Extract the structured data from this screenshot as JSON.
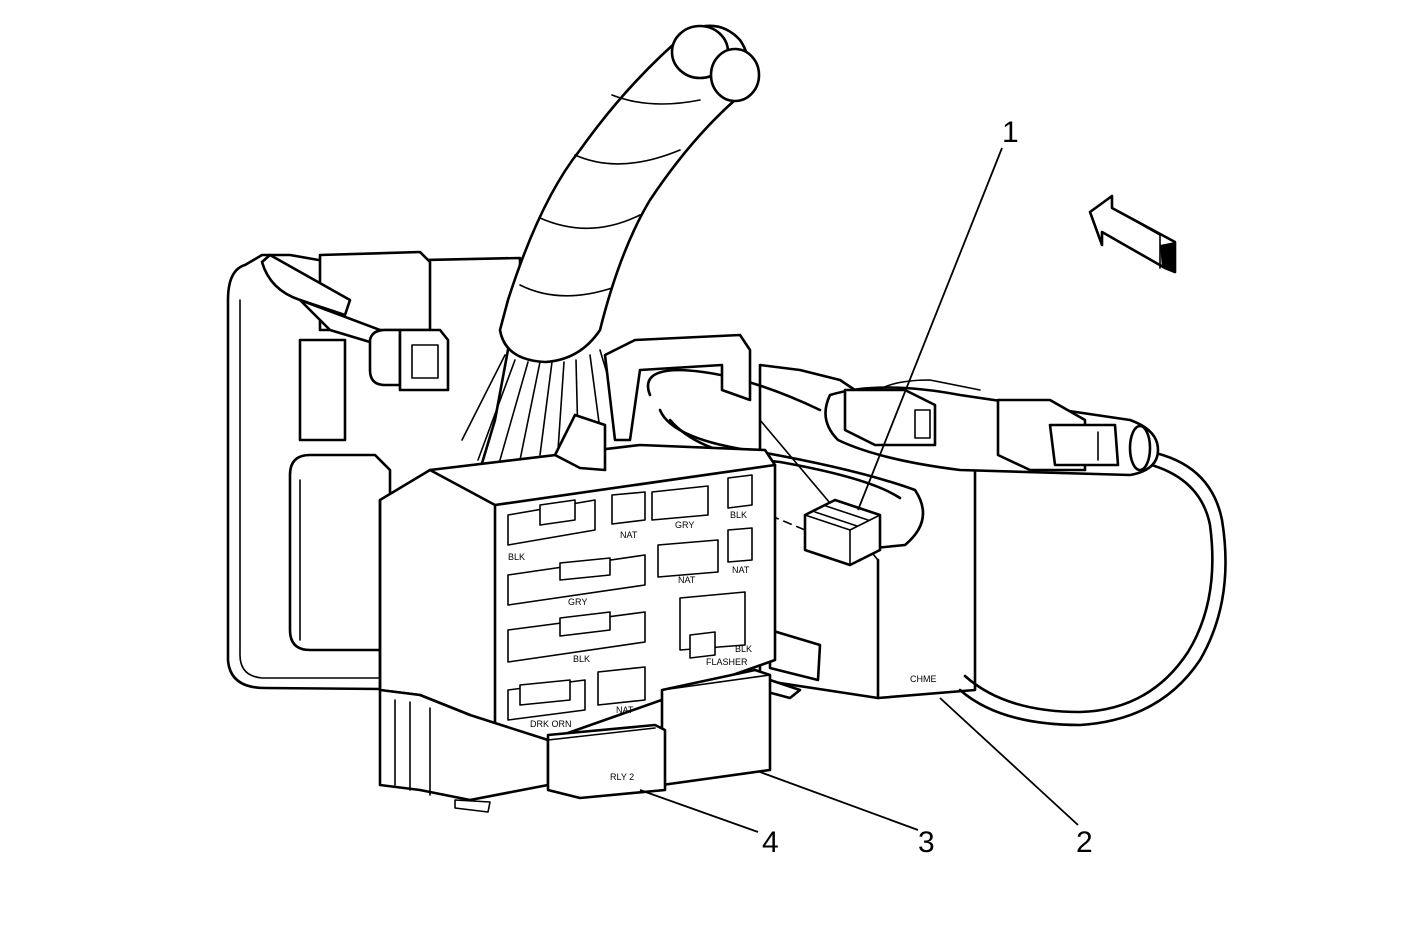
{
  "callouts": {
    "c1": "1",
    "c2": "2",
    "c3": "3",
    "c4": "4"
  },
  "labels": {
    "blk_top": "BLK",
    "nat_top": "NAT",
    "gry_top": "GRY",
    "blk_right_top": "BLK",
    "nat_mid": "NAT",
    "nat_right": "NAT",
    "gry_mid": "GRY",
    "blk_mid": "BLK",
    "blk_flasher": "BLK",
    "flasher": "FLASHER",
    "drk_orn": "DRK ORN",
    "nat_bottom": "NAT",
    "rly2": "RLY 2",
    "chme": "CHME"
  },
  "icons": {
    "arrow": "direction-arrow-icon"
  }
}
